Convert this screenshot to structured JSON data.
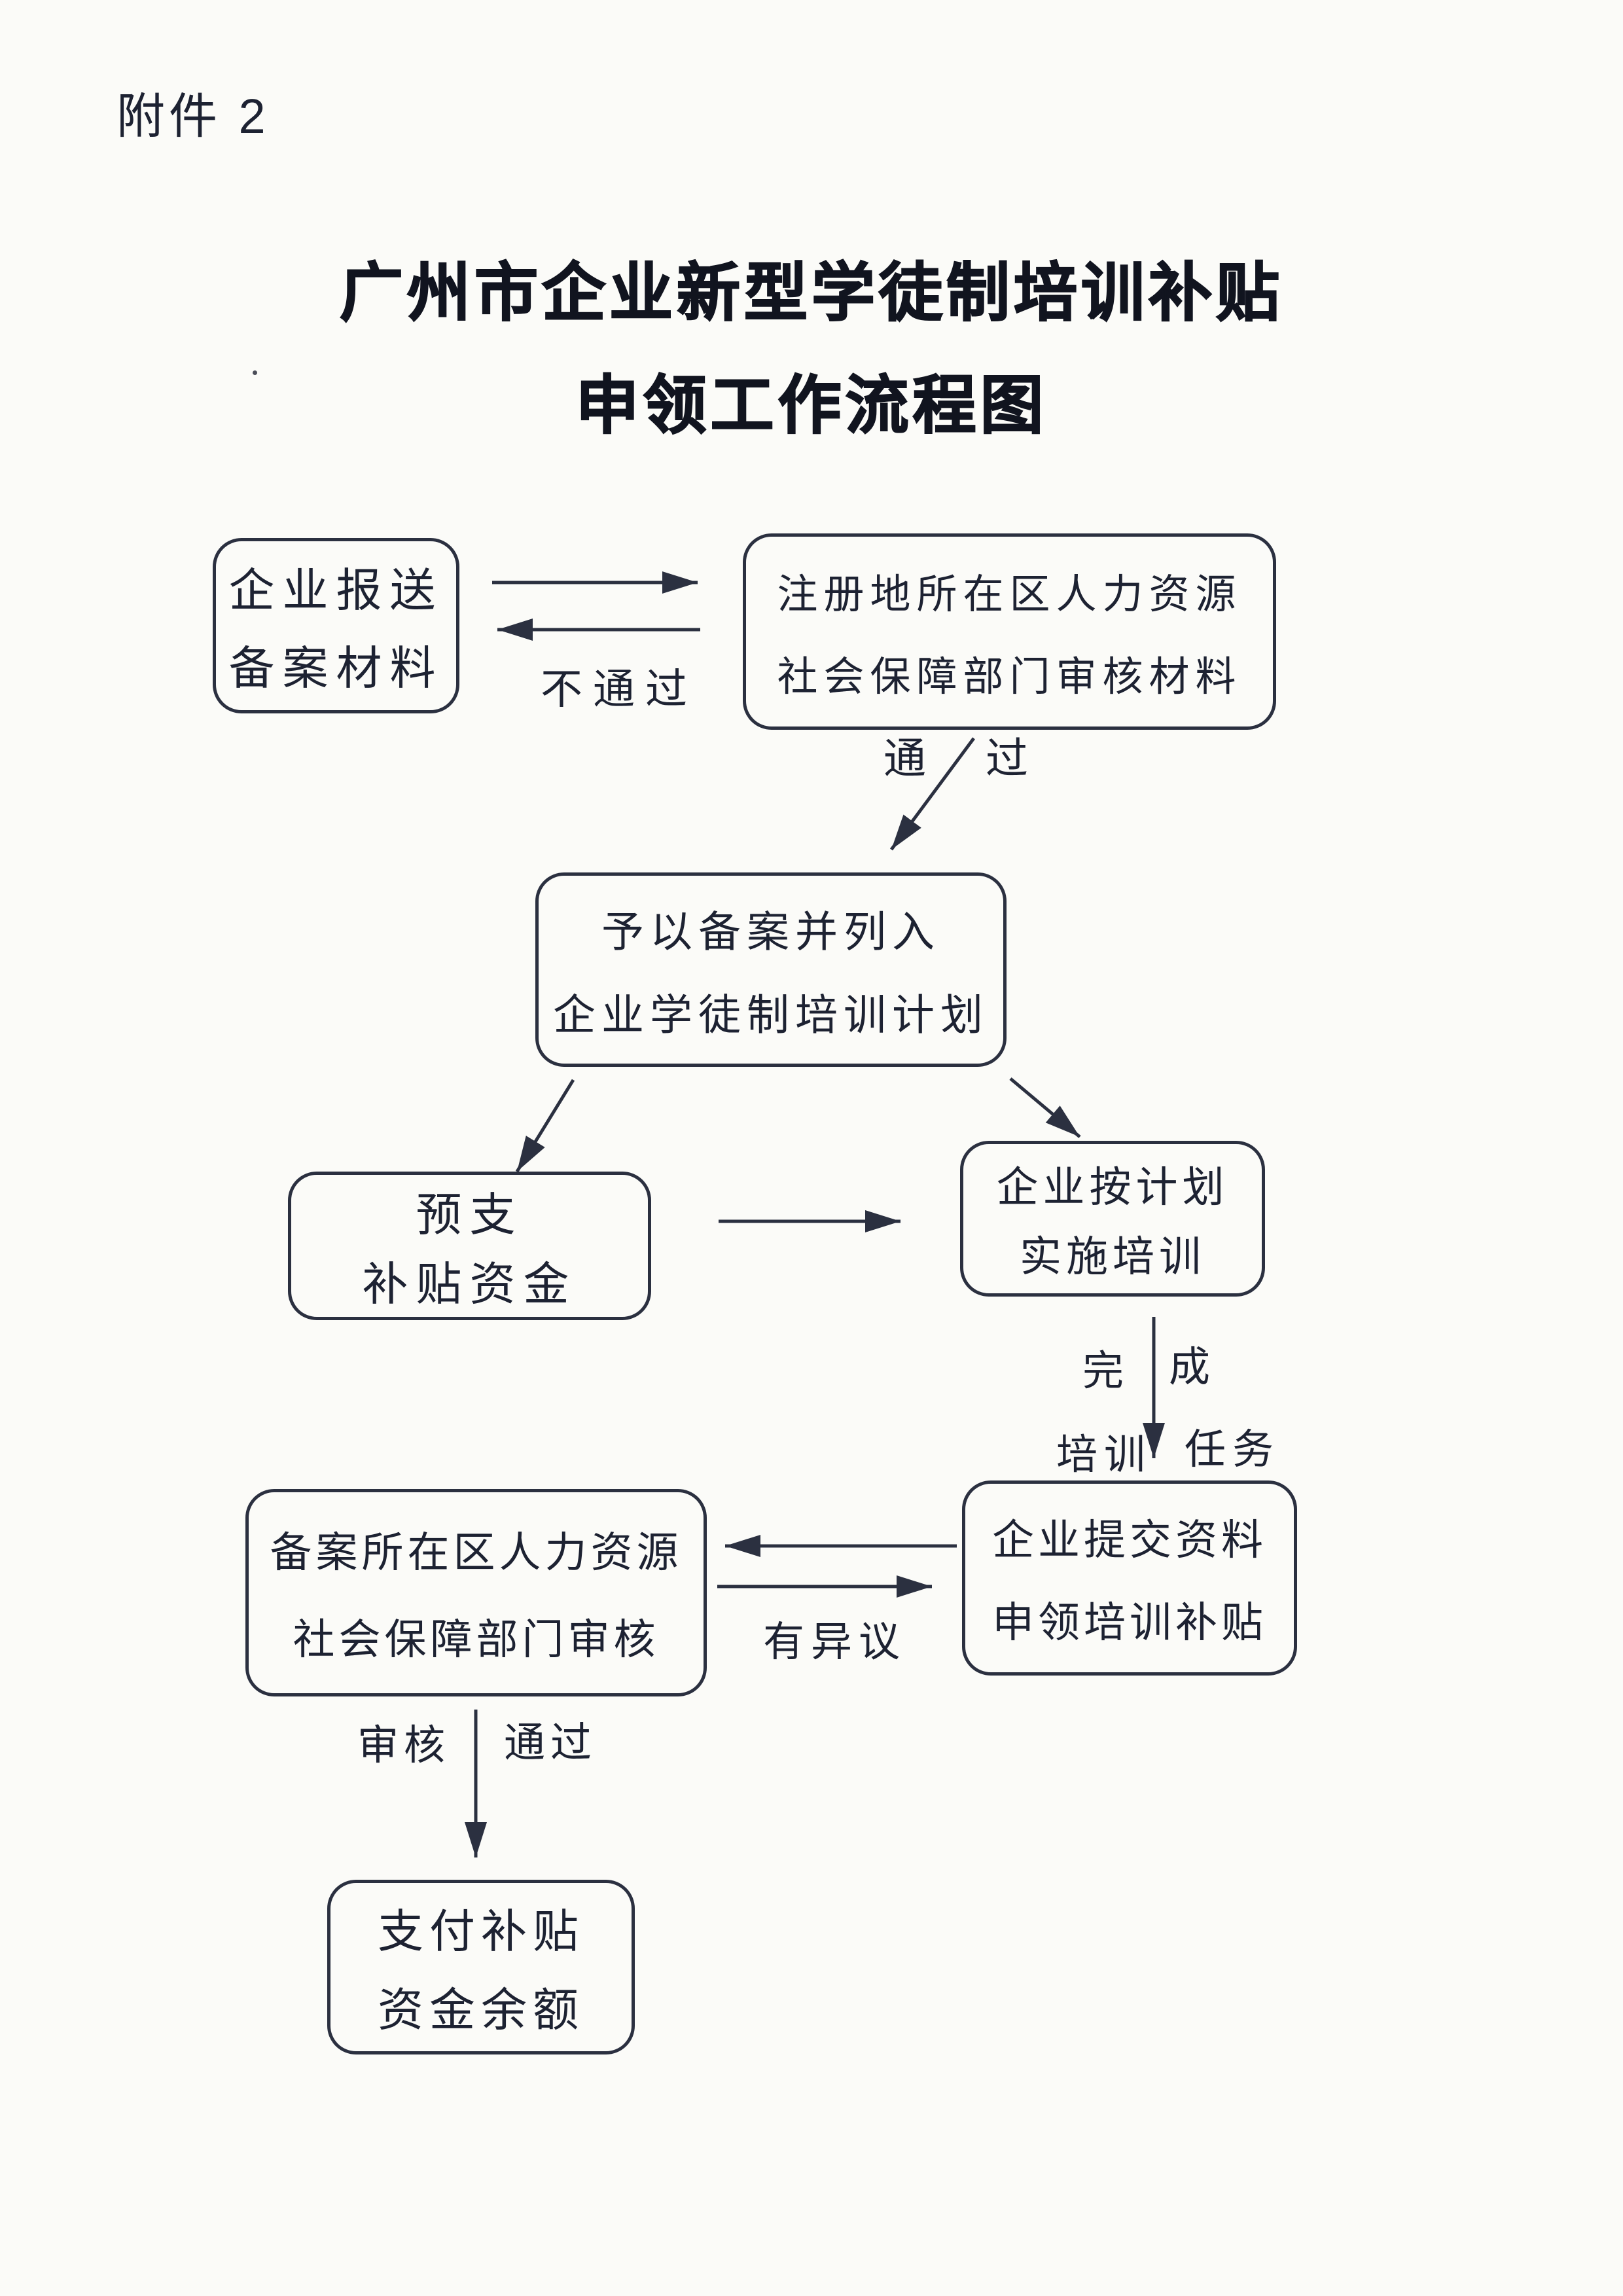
{
  "page": {
    "attachment_label": "附件 2",
    "title_line1": "广州市企业新型学徒制培训补贴",
    "title_line2": "申领工作流程图",
    "paper_color": "#fbfbf8",
    "ink_color": "#2b3040"
  },
  "flowchart": {
    "nodes": [
      {
        "id": "report",
        "line1": "企业报送",
        "line2": "备案材料"
      },
      {
        "id": "review",
        "line1": "注册地所在区人力资源",
        "line2": "社会保障部门审核材料"
      },
      {
        "id": "filing",
        "line1": "予以备案并列入",
        "line2": "企业学徒制培训计划"
      },
      {
        "id": "advance",
        "line1": "预支",
        "line2": "补贴资金"
      },
      {
        "id": "implement",
        "line1": "企业按计划",
        "line2": "实施培训"
      },
      {
        "id": "apply",
        "line1": "企业提交资料",
        "line2": "申领培训补贴"
      },
      {
        "id": "district",
        "line1": "备案所在区人力资源",
        "line2": "社会保障部门审核"
      },
      {
        "id": "pay",
        "line1": "支付补贴",
        "line2": "资金余额"
      }
    ],
    "edge_labels": {
      "fail": "不通过",
      "pass_char1": "通",
      "pass_char2": "过",
      "complete_char1": "完",
      "complete_char2": "成",
      "complete_word1": "培训",
      "complete_word2": "任务",
      "objection": "有异议",
      "review_word": "审核",
      "pass_word": "通过"
    }
  }
}
